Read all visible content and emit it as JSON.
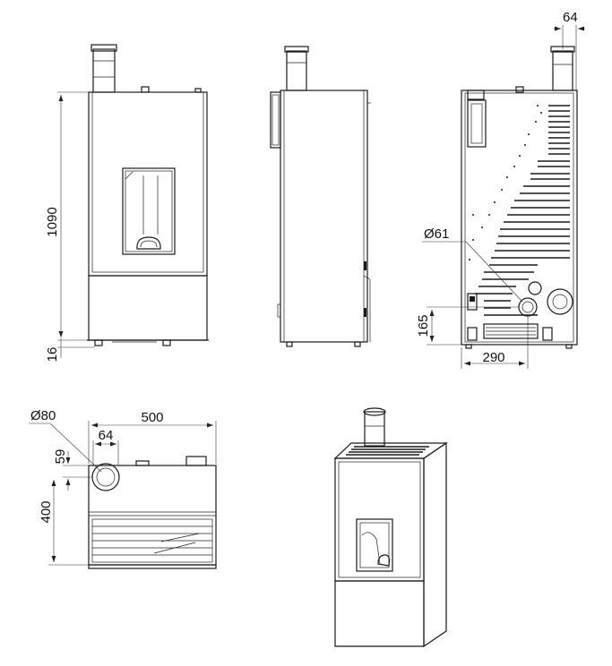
{
  "dimensions": {
    "height_total": "1090",
    "foot_height": "16",
    "flue_offset_top": "64",
    "rear_outlet_diameter": "Ø61",
    "rear_outlet_height": "165",
    "rear_outlet_offset": "290",
    "flue_diameter": "Ø80",
    "top_width": "500",
    "top_flue_offset": "64",
    "top_flue_depth": "59",
    "top_depth": "400"
  }
}
